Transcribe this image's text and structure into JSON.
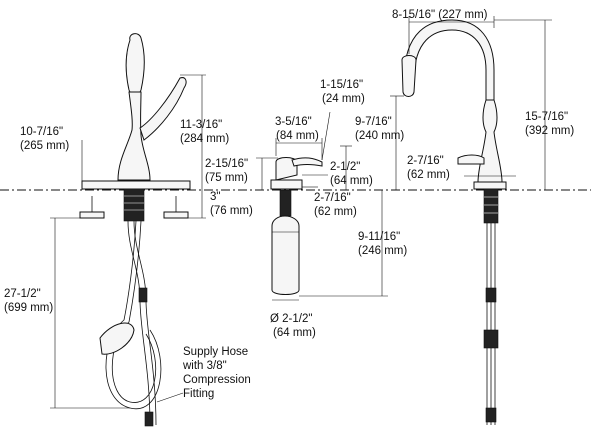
{
  "dimensions": {
    "side_width_in": "10-7/16\"",
    "side_width_mm": "(265 mm)",
    "side_height_in": "11-3/16\"",
    "side_height_mm": "(284 mm)",
    "deck_thickness_in": "3\"",
    "deck_thickness_mm": "(76 mm)",
    "hose_length_in": "27-1/2\"",
    "hose_length_mm": "(699 mm)",
    "supply_hose_note": [
      "Supply Hose",
      "with 3/8\"",
      "Compression",
      "Fitting"
    ],
    "soap_reach_in": "3-5/16\"",
    "soap_reach_mm": "(84 mm)",
    "soap_nozzle_in": "1-15/16\"",
    "soap_nozzle_mm": "(24 mm)",
    "soap_head_height_in": "2-15/16\"",
    "soap_head_height_mm": "(75 mm)",
    "soap_base_dia_in": "2-1/2\"",
    "soap_base_dia_mm": "(64 mm)",
    "soap_flange_in": "2-7/16\"",
    "soap_flange_mm": "(62 mm)",
    "soap_bottle_in": "9-11/16\"",
    "soap_bottle_mm": "(246 mm)",
    "soap_bottle_dia_in": "Ø 2-1/2\"",
    "soap_bottle_dia_mm": "(64 mm)",
    "front_reach_in": "8-15/16\"",
    "front_reach_mm": "(227 mm)",
    "front_spout_height_in": "9-7/16\"",
    "front_spout_height_mm": "(240 mm)",
    "front_total_height_in": "15-7/16\"",
    "front_total_height_mm": "(392 mm)",
    "front_base_in": "2-7/16\"",
    "front_base_mm": "(62 mm)"
  }
}
